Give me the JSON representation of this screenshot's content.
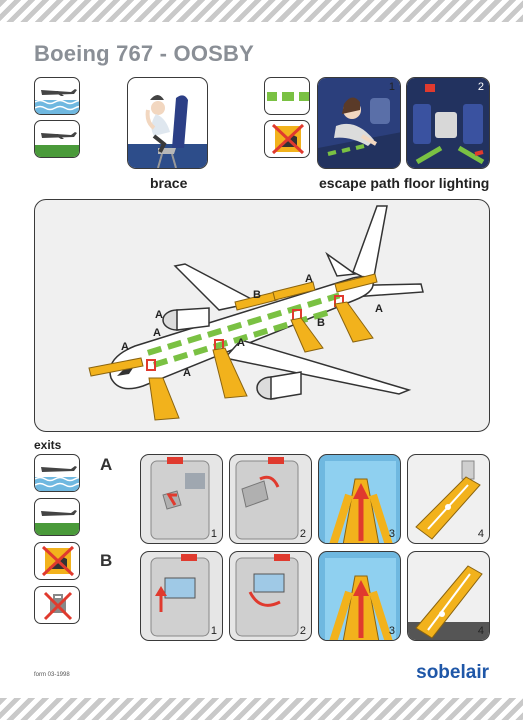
{
  "card": {
    "title": "Boeing 767 - OOSBY",
    "brace_caption": "brace",
    "lighting_caption": "escape path floor lighting",
    "exits_caption": "exits",
    "form_code": "form 03-1998",
    "brand": "sobelair"
  },
  "diagram": {
    "door_labels": [
      "A",
      "A",
      "A",
      "A",
      "B",
      "B",
      "A",
      "A",
      "A"
    ]
  },
  "exits": {
    "row_a": {
      "letter": "A",
      "steps": [
        "1",
        "2",
        "3",
        "4"
      ]
    },
    "row_b": {
      "letter": "B",
      "steps": [
        "1",
        "2",
        "3",
        "4"
      ]
    }
  },
  "lighting_frames": [
    "1",
    "2"
  ],
  "colors": {
    "title": "#8a8f96",
    "brand": "#1f57a8",
    "water": "#6fb8e0",
    "land": "#4a9a3a",
    "path_green": "#7ac143",
    "slide_yellow": "#f2b21c",
    "arrow_red": "#e03a2e"
  },
  "icons": {
    "water_landing": "plane-over-water-icon",
    "land_landing": "plane-over-land-icon",
    "no_heels": "no-high-heels-icon",
    "no_luggage": "no-luggage-icon"
  }
}
